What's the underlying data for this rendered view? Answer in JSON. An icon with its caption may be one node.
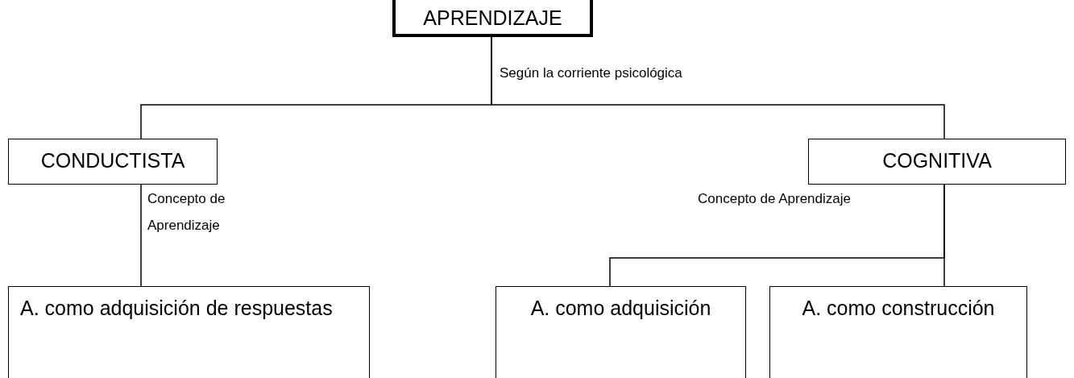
{
  "diagram": {
    "nodes": [
      {
        "text": [
          "APRENDIZAJE"
        ]
      },
      {
        "text": [
          "CONDUCTISTA"
        ]
      },
      {
        "text": [
          "COGNITIVA"
        ]
      },
      {
        "text": [
          "A. como adquisición de respuestas"
        ]
      },
      {
        "text": [
          "A. como adquisición"
        ]
      },
      {
        "text": [
          "A. como construcción"
        ]
      }
    ],
    "edges": [
      {
        "from": 0,
        "to": 1,
        "arrow": "none"
      },
      {
        "from": 0,
        "to": 2,
        "arrow": "none"
      },
      {
        "from": 1,
        "to": 3,
        "arrow": "none",
        "label": "Concepto de Aprendizaje"
      },
      {
        "from": 2,
        "to": 4,
        "arrow": "none"
      },
      {
        "from": 2,
        "to": 5,
        "arrow": "none"
      }
    ],
    "labels": [
      "Según la corriente psicológica",
      "Concepto de Aprendizaje"
    ]
  }
}
